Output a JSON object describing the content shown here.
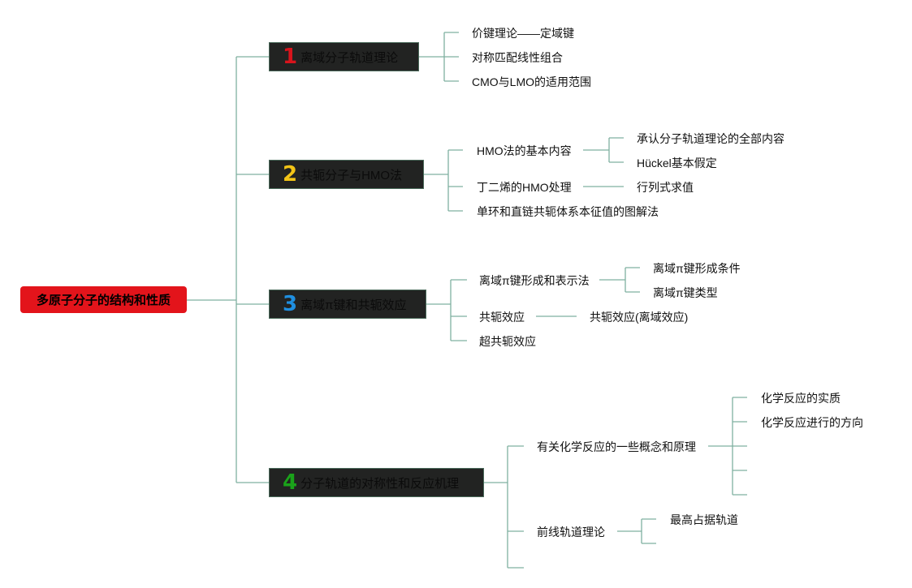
{
  "root": {
    "label": "多原子分子的结构和性质",
    "color": "#e3141b"
  },
  "topics": [
    {
      "num": "1",
      "num_color": "#d8141c",
      "label": "离域分子轨道理论",
      "children": [
        "价键理论——定域键",
        "对称匹配线性组合",
        "CMO与LMO的适用范围"
      ]
    },
    {
      "num": "2",
      "num_color": "#f2c417",
      "label": "共轭分子与HMO法",
      "children": [
        {
          "label": "HMO法的基本内容",
          "children": [
            "承认分子轨道理论的全部内容",
            "Hückel基本假定"
          ]
        },
        {
          "label": "丁二烯的HMO处理",
          "children": [
            "行列式求值"
          ]
        },
        {
          "label": "单环和直链共轭体系本征值的图解法"
        }
      ]
    },
    {
      "num": "3",
      "num_color": "#1f8fe0",
      "label": "离域π键和共轭效应",
      "children": [
        {
          "label": "离域π键形成和表示法",
          "children": [
            "离域π键形成条件",
            "离域π键类型"
          ]
        },
        {
          "label": "共轭效应",
          "children": [
            "共轭效应(离域效应)"
          ]
        },
        {
          "label": "超共轭效应"
        }
      ]
    },
    {
      "num": "4",
      "num_color": "#1aa21a",
      "label": "分子轨道的对称性和反应机理",
      "children": [
        {
          "label": "有关化学反应的一些概念和原理",
          "children": [
            "化学反应的实质",
            "化学反应进行的方向"
          ]
        },
        {
          "label": "前线轨道理论",
          "children": [
            "最高占据轨道"
          ]
        }
      ]
    }
  ],
  "colors": {
    "line": "#7fb0a0",
    "topic_bg": "#222322"
  }
}
